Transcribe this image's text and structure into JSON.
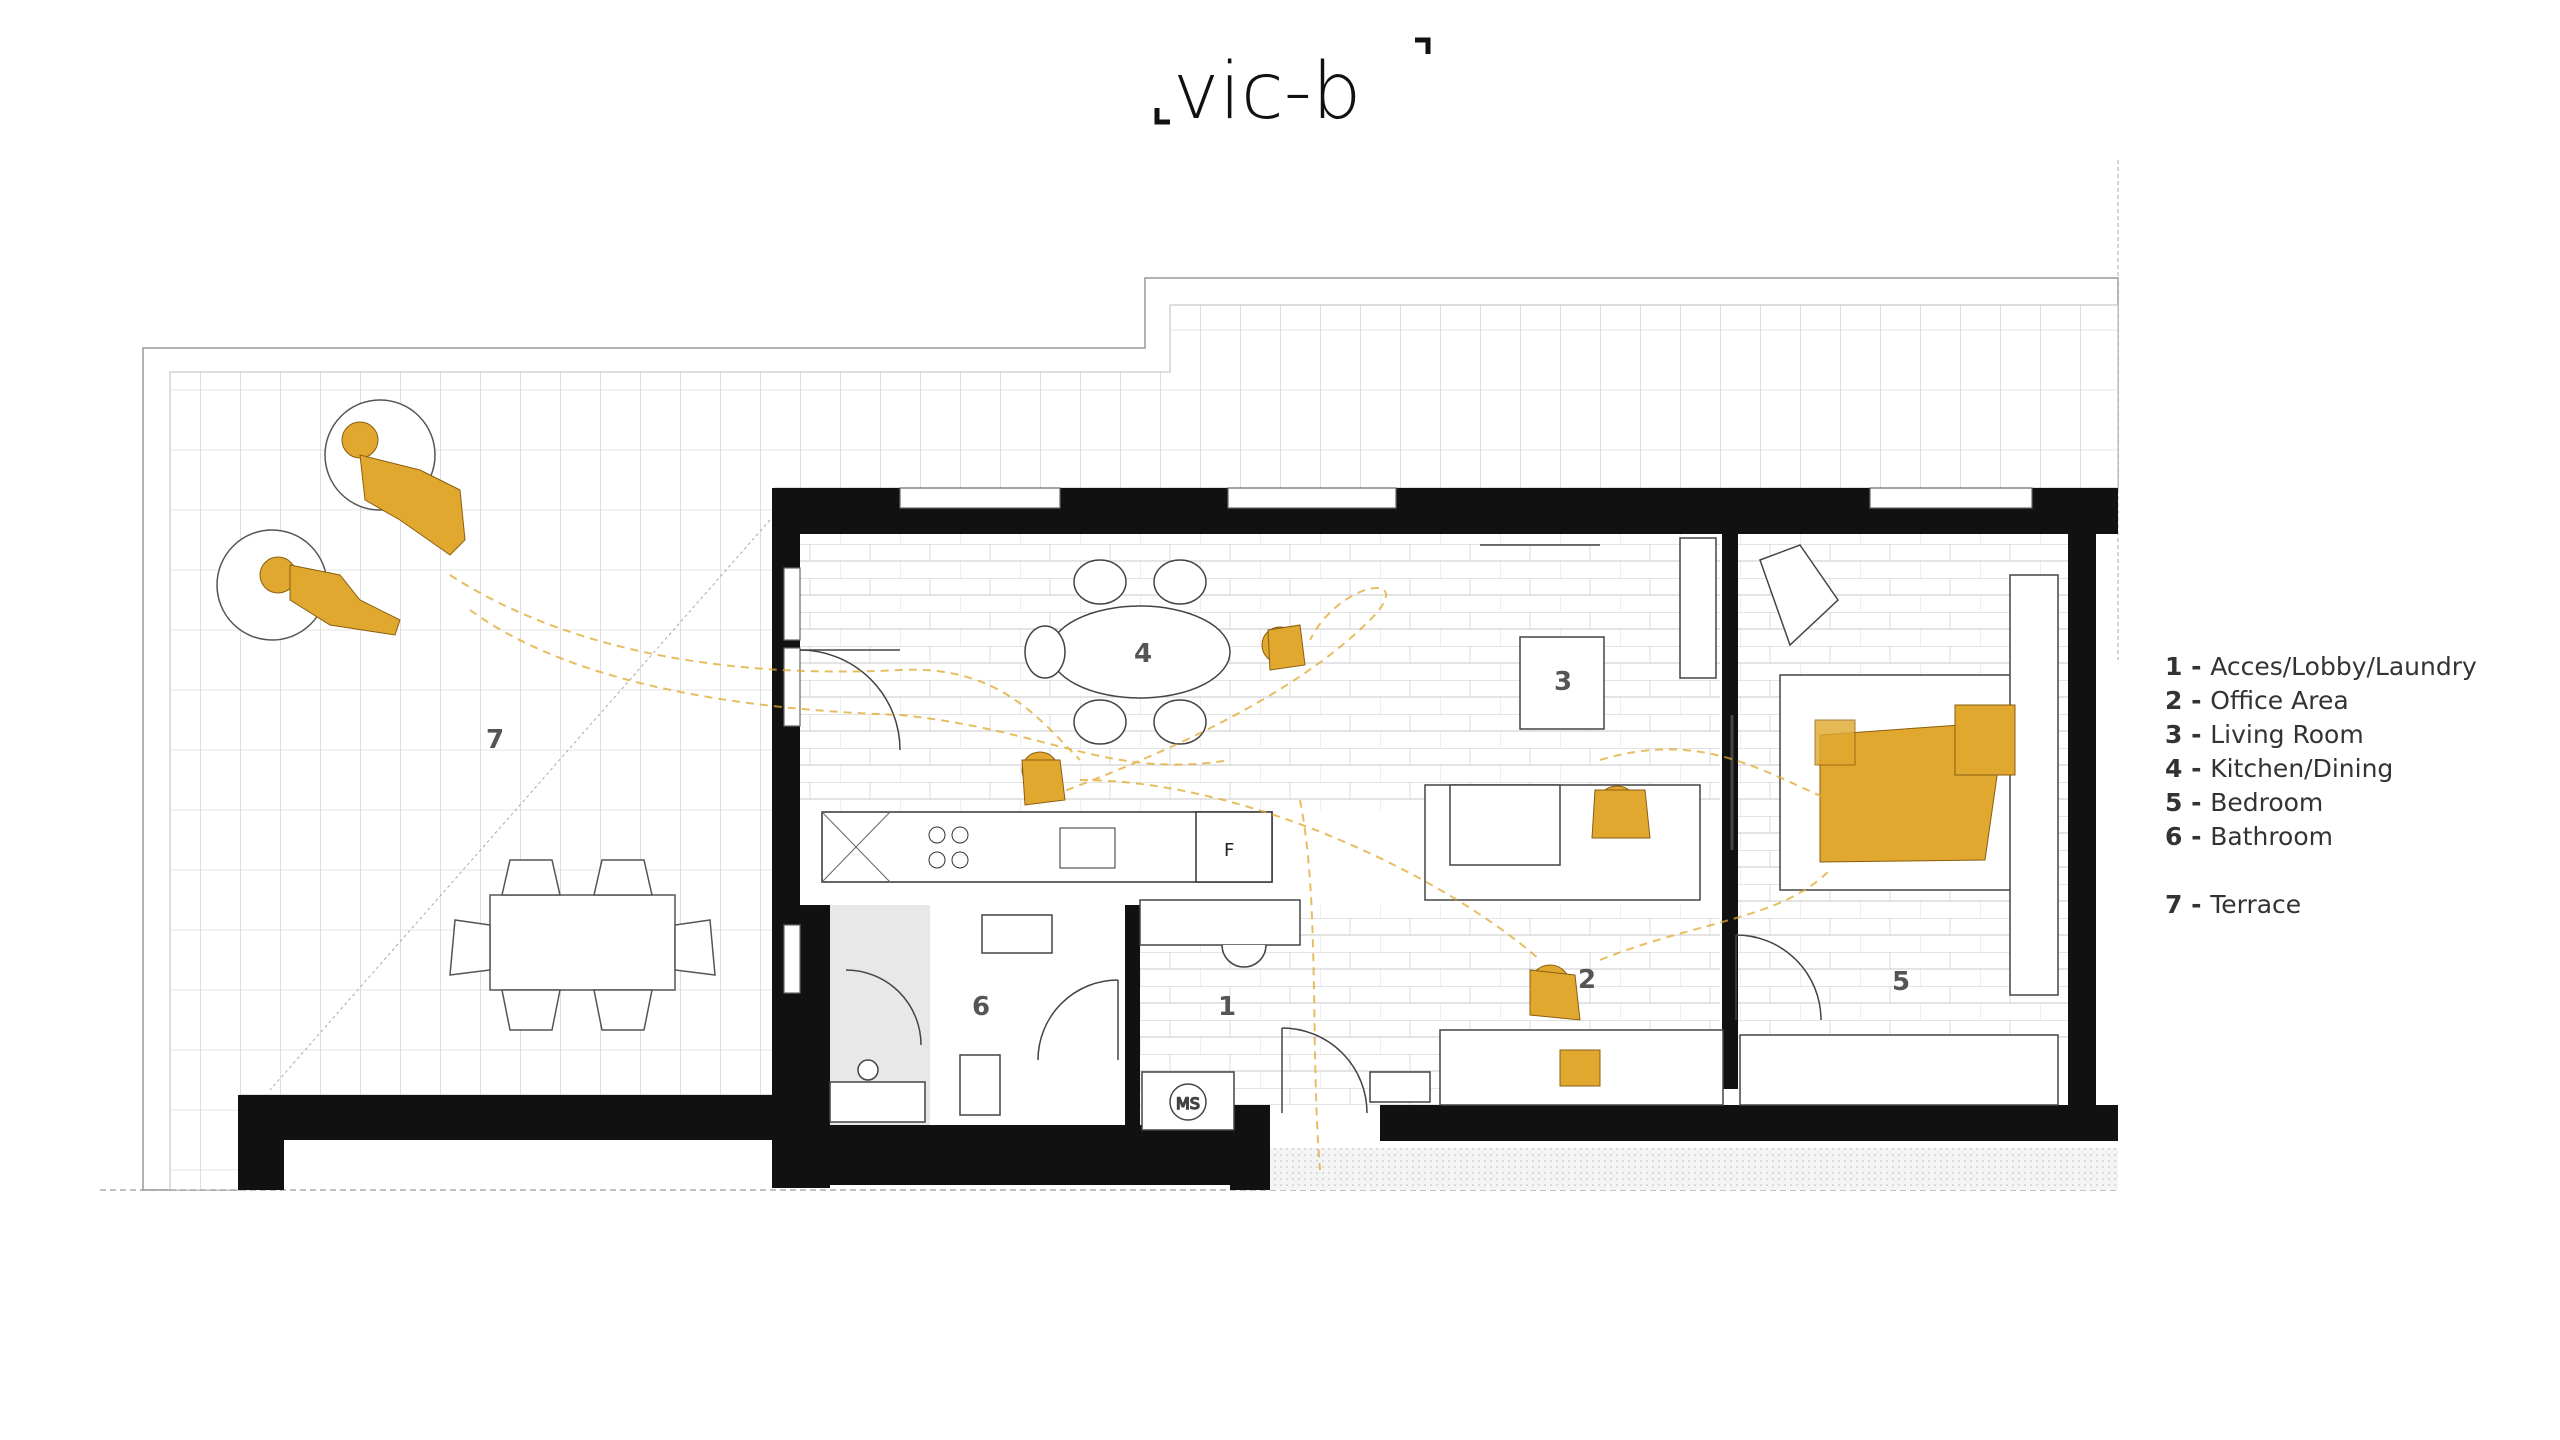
{
  "logo": {
    "text": "vic-b"
  },
  "rooms": [
    {
      "id": "1",
      "name": "Acces/Lobby/Laundry"
    },
    {
      "id": "2",
      "name": "Office Area"
    },
    {
      "id": "3",
      "name": "Living Room"
    },
    {
      "id": "4",
      "name": "Kitchen/Dining"
    },
    {
      "id": "5",
      "name": "Bedroom"
    },
    {
      "id": "6",
      "name": "Bathroom"
    },
    {
      "id": "7",
      "name": "Terrace"
    }
  ],
  "fixtures": {
    "fridge": "F",
    "washer": "MS"
  },
  "colors": {
    "accent": "#E0A82E",
    "wall": "#111111",
    "line": "#9a9a9a"
  }
}
